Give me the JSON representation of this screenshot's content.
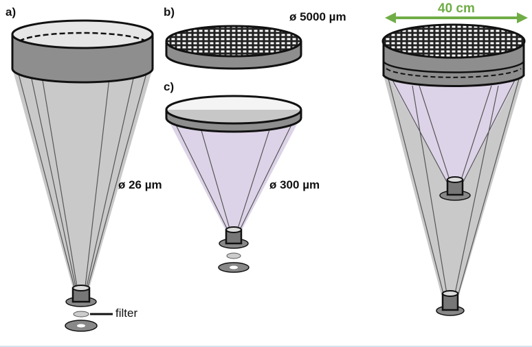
{
  "panels": {
    "a": {
      "label": "a)",
      "mesh": "ø 26 µm",
      "filter_label": "filter"
    },
    "b": {
      "label": "b)",
      "mesh": "ø 5000 µm"
    },
    "c": {
      "label": "c)",
      "mesh": "ø 300 µm"
    },
    "assembled": {
      "diameter": "40 cm"
    }
  },
  "colors": {
    "cone_gray": "#c8c8c8",
    "cone_purple": "#ddd3e8",
    "accent_green": "#70ad47",
    "outline": "#111111"
  }
}
